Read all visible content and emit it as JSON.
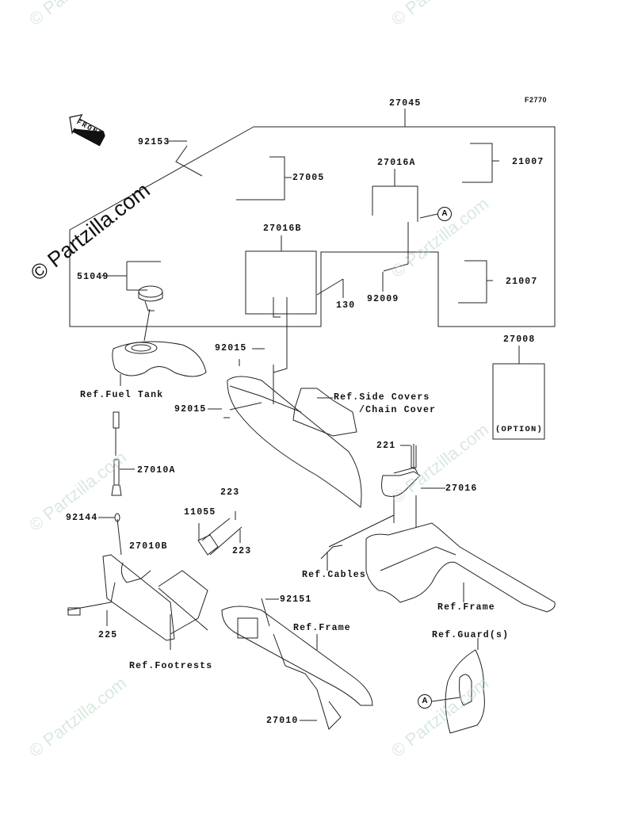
{
  "figure_code": "F2770",
  "watermark_text": "© Partzilla.com",
  "front_arrow_label": "FRONT",
  "callouts": {
    "c27045": "27045",
    "c92153": "92153",
    "c27005": "27005",
    "c27016A": "27016A",
    "c21007_top": "21007",
    "c21007_bottom": "21007",
    "c27016B": "27016B",
    "c51049": "51049",
    "c130": "130",
    "c92009": "92009",
    "c27008": "27008",
    "option": "(OPTION)",
    "c92015_top": "92015",
    "c92015_bottom": "92015",
    "ref_fuel_tank": "Ref.Fuel Tank",
    "ref_side_covers": "Ref.Side Covers",
    "ref_chain_cover": "/Chain Cover",
    "c27010A": "27010A",
    "c221": "221",
    "c27016": "27016",
    "c92144": "92144",
    "c11055": "11055",
    "c223_top": "223",
    "c223_bottom": "223",
    "c27010B": "27010B",
    "ref_cables": "Ref.Cables",
    "ref_frame_right": "Ref.Frame",
    "c92151": "92151",
    "ref_frame_mid": "Ref.Frame",
    "c225": "225",
    "ref_footrests": "Ref.Footrests",
    "ref_guards": "Ref.Guard(s)",
    "c27010": "27010",
    "marker_a_top": "A",
    "marker_a_bottom": "A"
  }
}
